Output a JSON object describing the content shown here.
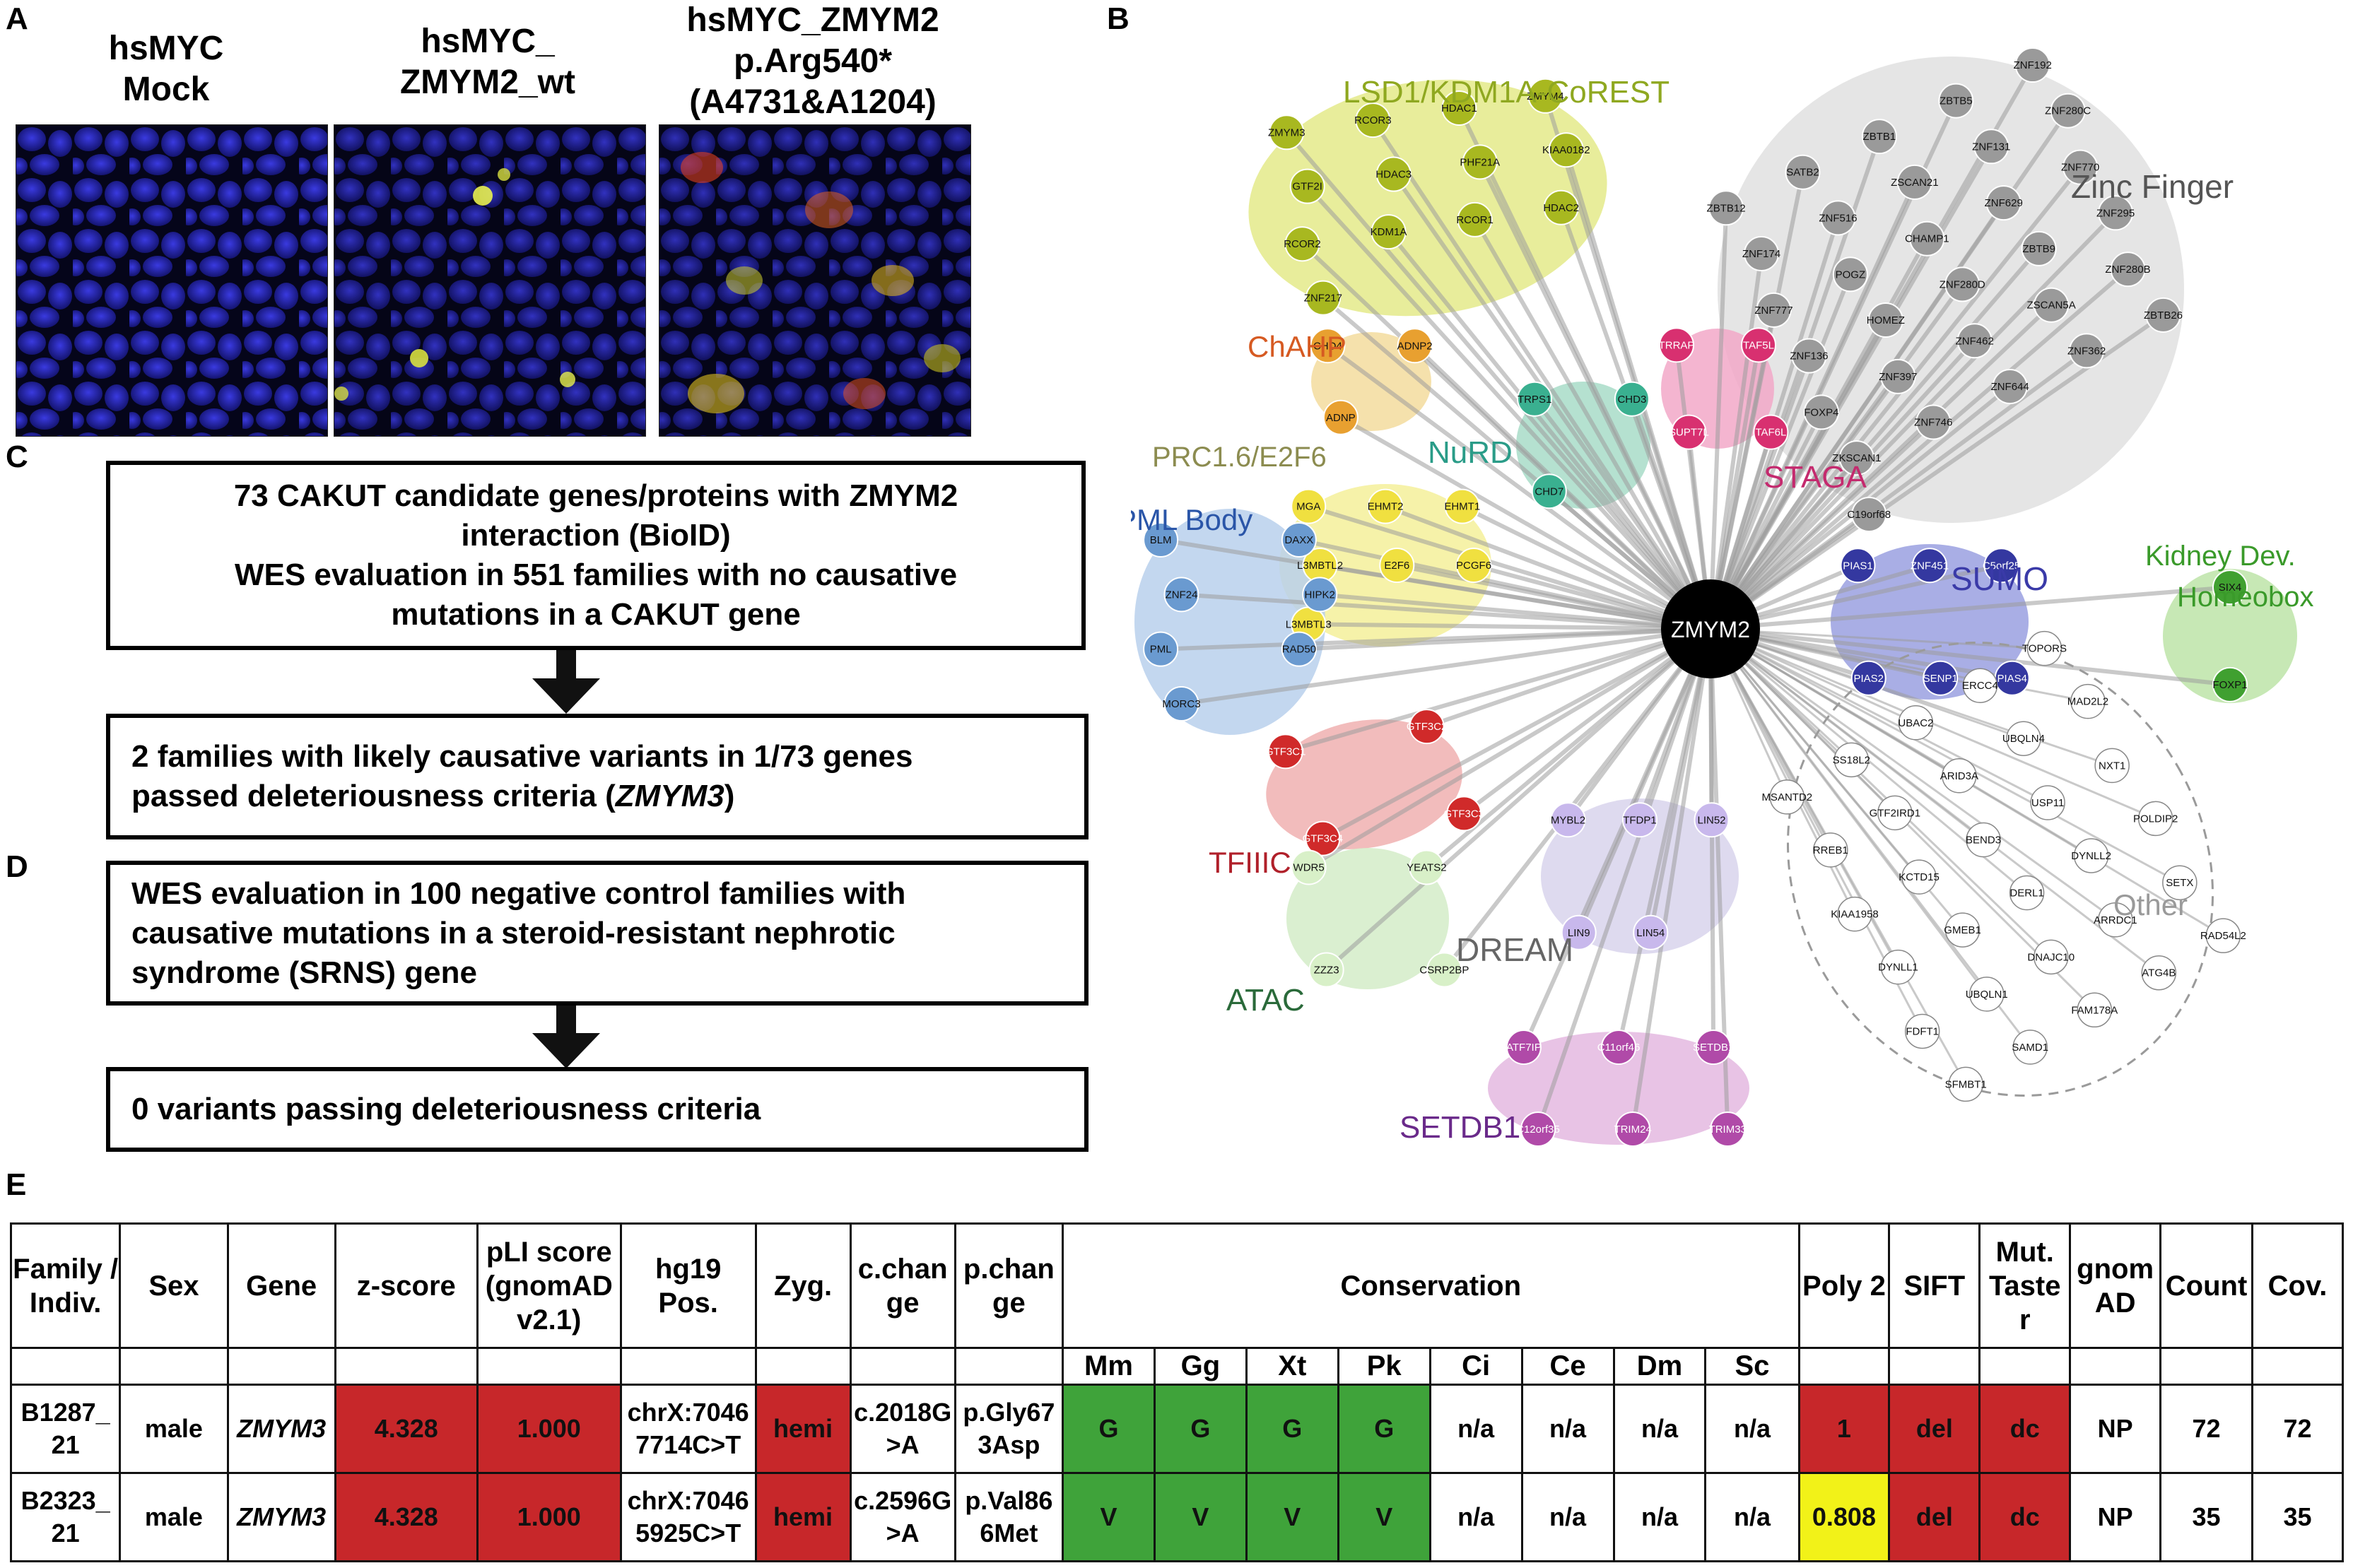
{
  "panels": {
    "a": "A",
    "b": "B",
    "c": "C",
    "d": "D",
    "e": "E"
  },
  "panel_a": {
    "labels": [
      [
        "hsMYC",
        "Mock"
      ],
      [
        "hsMYC_",
        "ZMYM2_wt"
      ],
      [
        "hsMYC_ZMYM2",
        "p.Arg540*",
        "(A4731&A1204)"
      ]
    ]
  },
  "panel_c": {
    "box1": [
      "73 CAKUT candidate genes/proteins with ZMYM2",
      "interaction (BioID)",
      "WES evaluation in 551 families with no causative",
      "mutations in a CAKUT gene"
    ],
    "box2_line1": "2 families with likely causative variants in 1/73 genes",
    "box2_line2_pre": "passed deleteriousness criteria (",
    "box2_line2_gene": "ZMYM3",
    "box2_line2_post": ")"
  },
  "panel_d": {
    "box1": [
      "WES evaluation in 100 negative control families with",
      "causative mutations in a steroid-resistant nephrotic",
      "syndrome (SRNS) gene"
    ],
    "box2": "0 variants passing deleteriousness criteria"
  },
  "network": {
    "center": "ZMYM2",
    "clusters": [
      {
        "name": "LSD1/KDM1A-CoREST",
        "color": "#8fa820",
        "nodes": [
          "ZMYM3",
          "RCOR3",
          "HDAC1",
          "ZMYM4",
          "GTF2I",
          "HDAC3",
          "PHF21A",
          "KIAA0182",
          "RCOR2",
          "KDM1A",
          "RCOR1",
          "HDAC2",
          "ZNF217"
        ]
      },
      {
        "name": "Zinc Finger",
        "color": "#555555",
        "nodes": [
          "ZBTB12",
          "SATB2",
          "ZBTB1",
          "ZBTB5",
          "ZNF192",
          "ZNF174",
          "ZNF516",
          "ZSCAN21",
          "ZNF131",
          "ZNF280C",
          "ZNF777",
          "POGZ",
          "CHAMP1",
          "ZNF629",
          "ZNF770",
          "ZNF136",
          "HOMEZ",
          "ZNF280D",
          "ZBTB9",
          "ZNF295",
          "FOXP4",
          "ZNF397",
          "ZNF462",
          "ZSCAN5A",
          "ZNF280B",
          "ZKSCAN1",
          "ZNF746",
          "ZNF644",
          "ZNF362",
          "ZBTB26",
          "C19orf68"
        ]
      },
      {
        "name": "ChAHP",
        "color": "#d65a22",
        "nodes": [
          "CHD4",
          "ADNP2",
          "ADNP"
        ]
      },
      {
        "name": "NuRD",
        "color": "#2a9c88",
        "nodes": [
          "TRPS1",
          "CHD3",
          "CHD7"
        ]
      },
      {
        "name": "STAGA",
        "color": "#c42a6e",
        "nodes": [
          "TRRAP",
          "TAF5L",
          "SUPT7L",
          "TAF6L"
        ]
      },
      {
        "name": "PRC1.6/E2F6",
        "color": "#8c8c50",
        "nodes": [
          "MGA",
          "EHMT2",
          "EHMT1",
          "L3MBTL2",
          "E2F6",
          "PCGF6",
          "L3MBTL3"
        ]
      },
      {
        "name": "PML Body",
        "color": "#2a55a8",
        "nodes": [
          "BLM",
          "DAXX",
          "ZNF24",
          "HIPK2",
          "PML",
          "RAD50",
          "MORC3"
        ]
      },
      {
        "name": "SUMO",
        "color": "#3a3aa8",
        "nodes": [
          "PIAS1",
          "ZNF451",
          "C5orf25",
          "PIAS2",
          "SENP1",
          "PIAS4"
        ]
      },
      {
        "name": "Kidney Dev.",
        "name2": "Homeobox",
        "color": "#3a9a2a",
        "nodes": [
          "SIX4",
          "FOXP1"
        ]
      },
      {
        "name": "TFIIIC",
        "color": "#b0202a",
        "nodes": [
          "GTF3C1",
          "GTF3C2",
          "GTF3C4",
          "GTF3C3"
        ]
      },
      {
        "name": "DREAM",
        "color": "#666666",
        "nodes": [
          "MYBL2",
          "TFDP1",
          "LIN52",
          "LIN9",
          "LIN54"
        ]
      },
      {
        "name": "ATAC",
        "color": "#2a6a3a",
        "nodes": [
          "WDR5",
          "YEATS2",
          "ZZZ3",
          "CSRP2BP"
        ]
      },
      {
        "name": "SETDB1",
        "color": "#6a2a8a",
        "nodes": [
          "ATF7IP",
          "C11orf46",
          "SETDB1",
          "C12orf35",
          "TRIM24",
          "TRIM33"
        ]
      },
      {
        "name": "Other",
        "color": "#9a9a9a",
        "nodes": [
          "MSANTD2",
          "SS18L2",
          "UBAC2",
          "ERCC4",
          "TOPORS",
          "RREB1",
          "GTF2IRD1",
          "ARID3A",
          "UBQLN4",
          "MAD2L2",
          "KIAA1958",
          "KCTD15",
          "BEND3",
          "USP11",
          "NXT1",
          "DYNLL1",
          "GMEB1",
          "DERL1",
          "DYNLL2",
          "POLDIP2",
          "FDFT1",
          "UBQLN1",
          "DNAJC10",
          "ARRDC1",
          "SETX",
          "SFMBT1",
          "SAMD1",
          "FAM178A",
          "ATG4B",
          "RAD54L2"
        ]
      }
    ]
  },
  "table": {
    "header": [
      "Family / Indiv.",
      "Sex",
      "Gene",
      "z-score",
      "pLI score (gnomAD v2.1)",
      "hg19 Pos.",
      "Zyg.",
      "c.chan ge",
      "p.chan ge",
      "Conservation",
      "Poly 2",
      "SIFT",
      "Mut. Taste r",
      "gnom AD",
      "Count",
      "Cov."
    ],
    "conservation_species": [
      "Mm",
      "Gg",
      "Xt",
      "Pk",
      "Ci",
      "Ce",
      "Dm",
      "Sc"
    ],
    "rows": [
      {
        "family": "B1287_ 21",
        "sex": "male",
        "gene": "ZMYM3",
        "z": "4.328",
        "pli": "1.000",
        "pos": "chrX:7046 7714C>T",
        "zyg": "hemi",
        "c": "c.2018G >A",
        "p": "p.Gly67 3Asp",
        "cons": [
          "G",
          "G",
          "G",
          "G",
          "n/a",
          "n/a",
          "n/a",
          "n/a"
        ],
        "poly": "1",
        "sift": "del",
        "mt": "dc",
        "gnomad": "NP",
        "count": "72",
        "cov": "72"
      },
      {
        "family": "B2323_ 21",
        "sex": "male",
        "gene": "ZMYM3",
        "z": "4.328",
        "pli": "1.000",
        "pos": "chrX:7046 5925C>T",
        "zyg": "hemi",
        "c": "c.2596G >A",
        "p": "p.Val86 6Met",
        "cons": [
          "V",
          "V",
          "V",
          "V",
          "n/a",
          "n/a",
          "n/a",
          "n/a"
        ],
        "poly": "0.808",
        "sift": "del",
        "mt": "dc",
        "gnomad": "NP",
        "count": "35",
        "cov": "35"
      }
    ]
  }
}
